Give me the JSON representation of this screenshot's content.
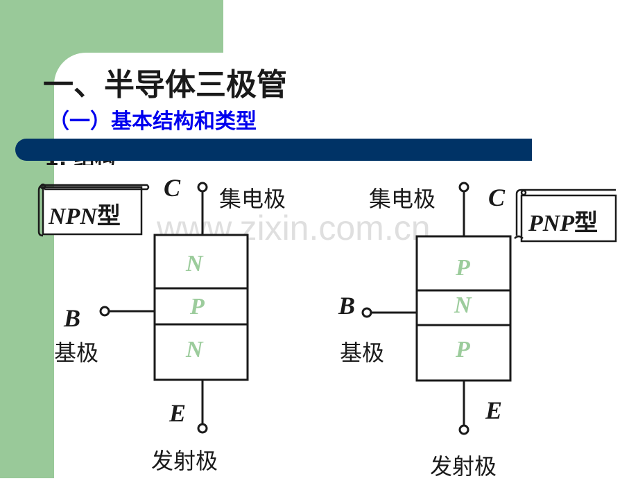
{
  "title": "一、半导体三极管",
  "subtitle": "（一）基本结构和类型",
  "section_label": "1. 结构",
  "watermark": "www.zixin.com.cn",
  "npn": {
    "type_prefix": "NPN",
    "type_suffix": "型",
    "collector_letter": "C",
    "collector_label": "集电极",
    "base_letter": "B",
    "base_label": "基极",
    "emitter_letter": "E",
    "emitter_label": "发射极",
    "layers": [
      "N",
      "P",
      "N"
    ]
  },
  "pnp": {
    "type_prefix": "PNP",
    "type_suffix": "型",
    "collector_letter": "C",
    "collector_label": "集电极",
    "base_letter": "B",
    "base_label": "基极",
    "emitter_letter": "E",
    "emitter_label": "发射极",
    "layers": [
      "P",
      "N",
      "P"
    ]
  },
  "colors": {
    "side_green": "#99c999",
    "bar_navy": "#003366",
    "subtitle_blue": "#0000ee",
    "layer_green": "#9ccc9c",
    "stroke_dark": "#1a1a1a"
  }
}
